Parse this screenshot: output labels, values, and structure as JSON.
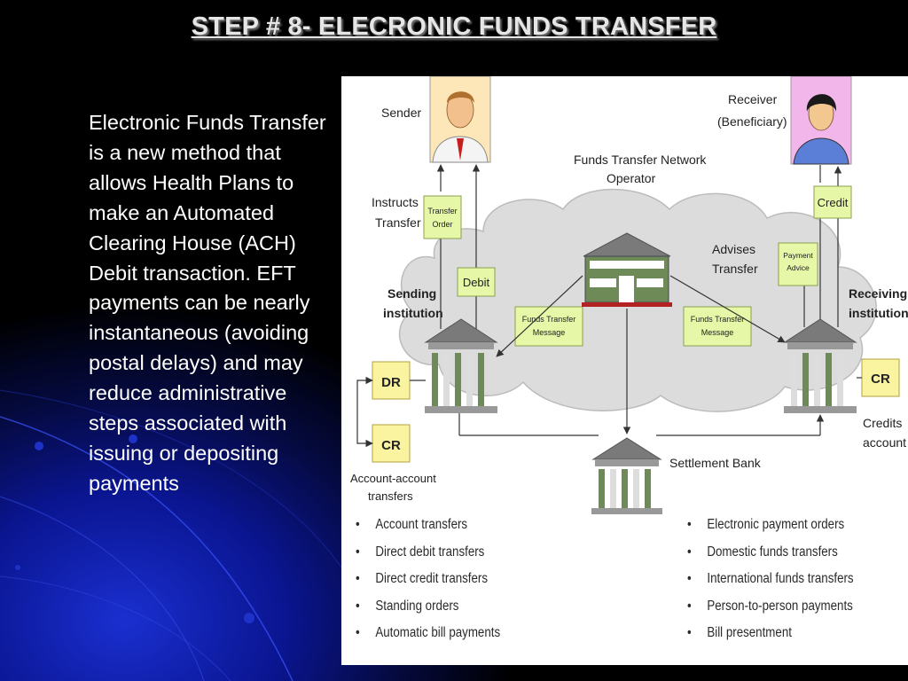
{
  "title": "STEP # 8- ELECRONIC FUNDS TRANSFER",
  "body_text": "Electronic Funds Transfer is a new method that allows Health Plans to make an Automated Clearing House (ACH) Debit transaction.  EFT payments can be nearly instantaneous (avoiding postal delays) and may reduce administrative steps associated with issuing or depositing payments",
  "diagram": {
    "sender": "Sender",
    "receiver_line1": "Receiver",
    "receiver_line2": "(Beneficiary)",
    "operator_line1": "Funds Transfer Network",
    "operator_line2": "Operator",
    "instructs_line1": "Instructs",
    "instructs_line2": "Transfer",
    "transfer_order_line1": "Transfer",
    "transfer_order_line2": "Order",
    "debit": "Debit",
    "credit": "Credit",
    "advises_line1": "Advises",
    "advises_line2": "Transfer",
    "payment_advice_line1": "Payment",
    "payment_advice_line2": "Advice",
    "sending_line1": "Sending",
    "sending_line2": "institution",
    "receiving_line1": "Receiving",
    "receiving_line2": "institution",
    "ftm_left_line1": "Funds Transfer",
    "ftm_left_line2": "Message",
    "ftm_right_line1": "Funds Transfer",
    "ftm_right_line2": "Message",
    "dr": "DR",
    "cr_left": "CR",
    "cr_right": "CR",
    "credits_line1": "Credits",
    "credits_line2": "account",
    "settlement": "Settlement Bank",
    "acct_line1": "Account-account",
    "acct_line2": "transfers"
  },
  "bullets_left": [
    "Account transfers",
    "Direct debit transfers",
    "Direct credit transfers",
    "Standing orders",
    "Automatic bill payments"
  ],
  "bullets_right": [
    "Electronic payment orders",
    "Domestic funds transfers",
    "International funds transfers",
    "Person-to-person payments",
    "Bill presentment"
  ],
  "colors": {
    "background": "#000000",
    "accent_blue": "#0a1590",
    "note_green": "#e6f7a8",
    "cloud": "#dcdcdc",
    "bank_green": "#5a7a46"
  },
  "icons": [
    "sender-person-icon",
    "receiver-person-icon",
    "sending-bank-icon",
    "receiving-bank-icon",
    "operator-bank-icon",
    "settlement-bank-icon",
    "cloud-shape"
  ]
}
